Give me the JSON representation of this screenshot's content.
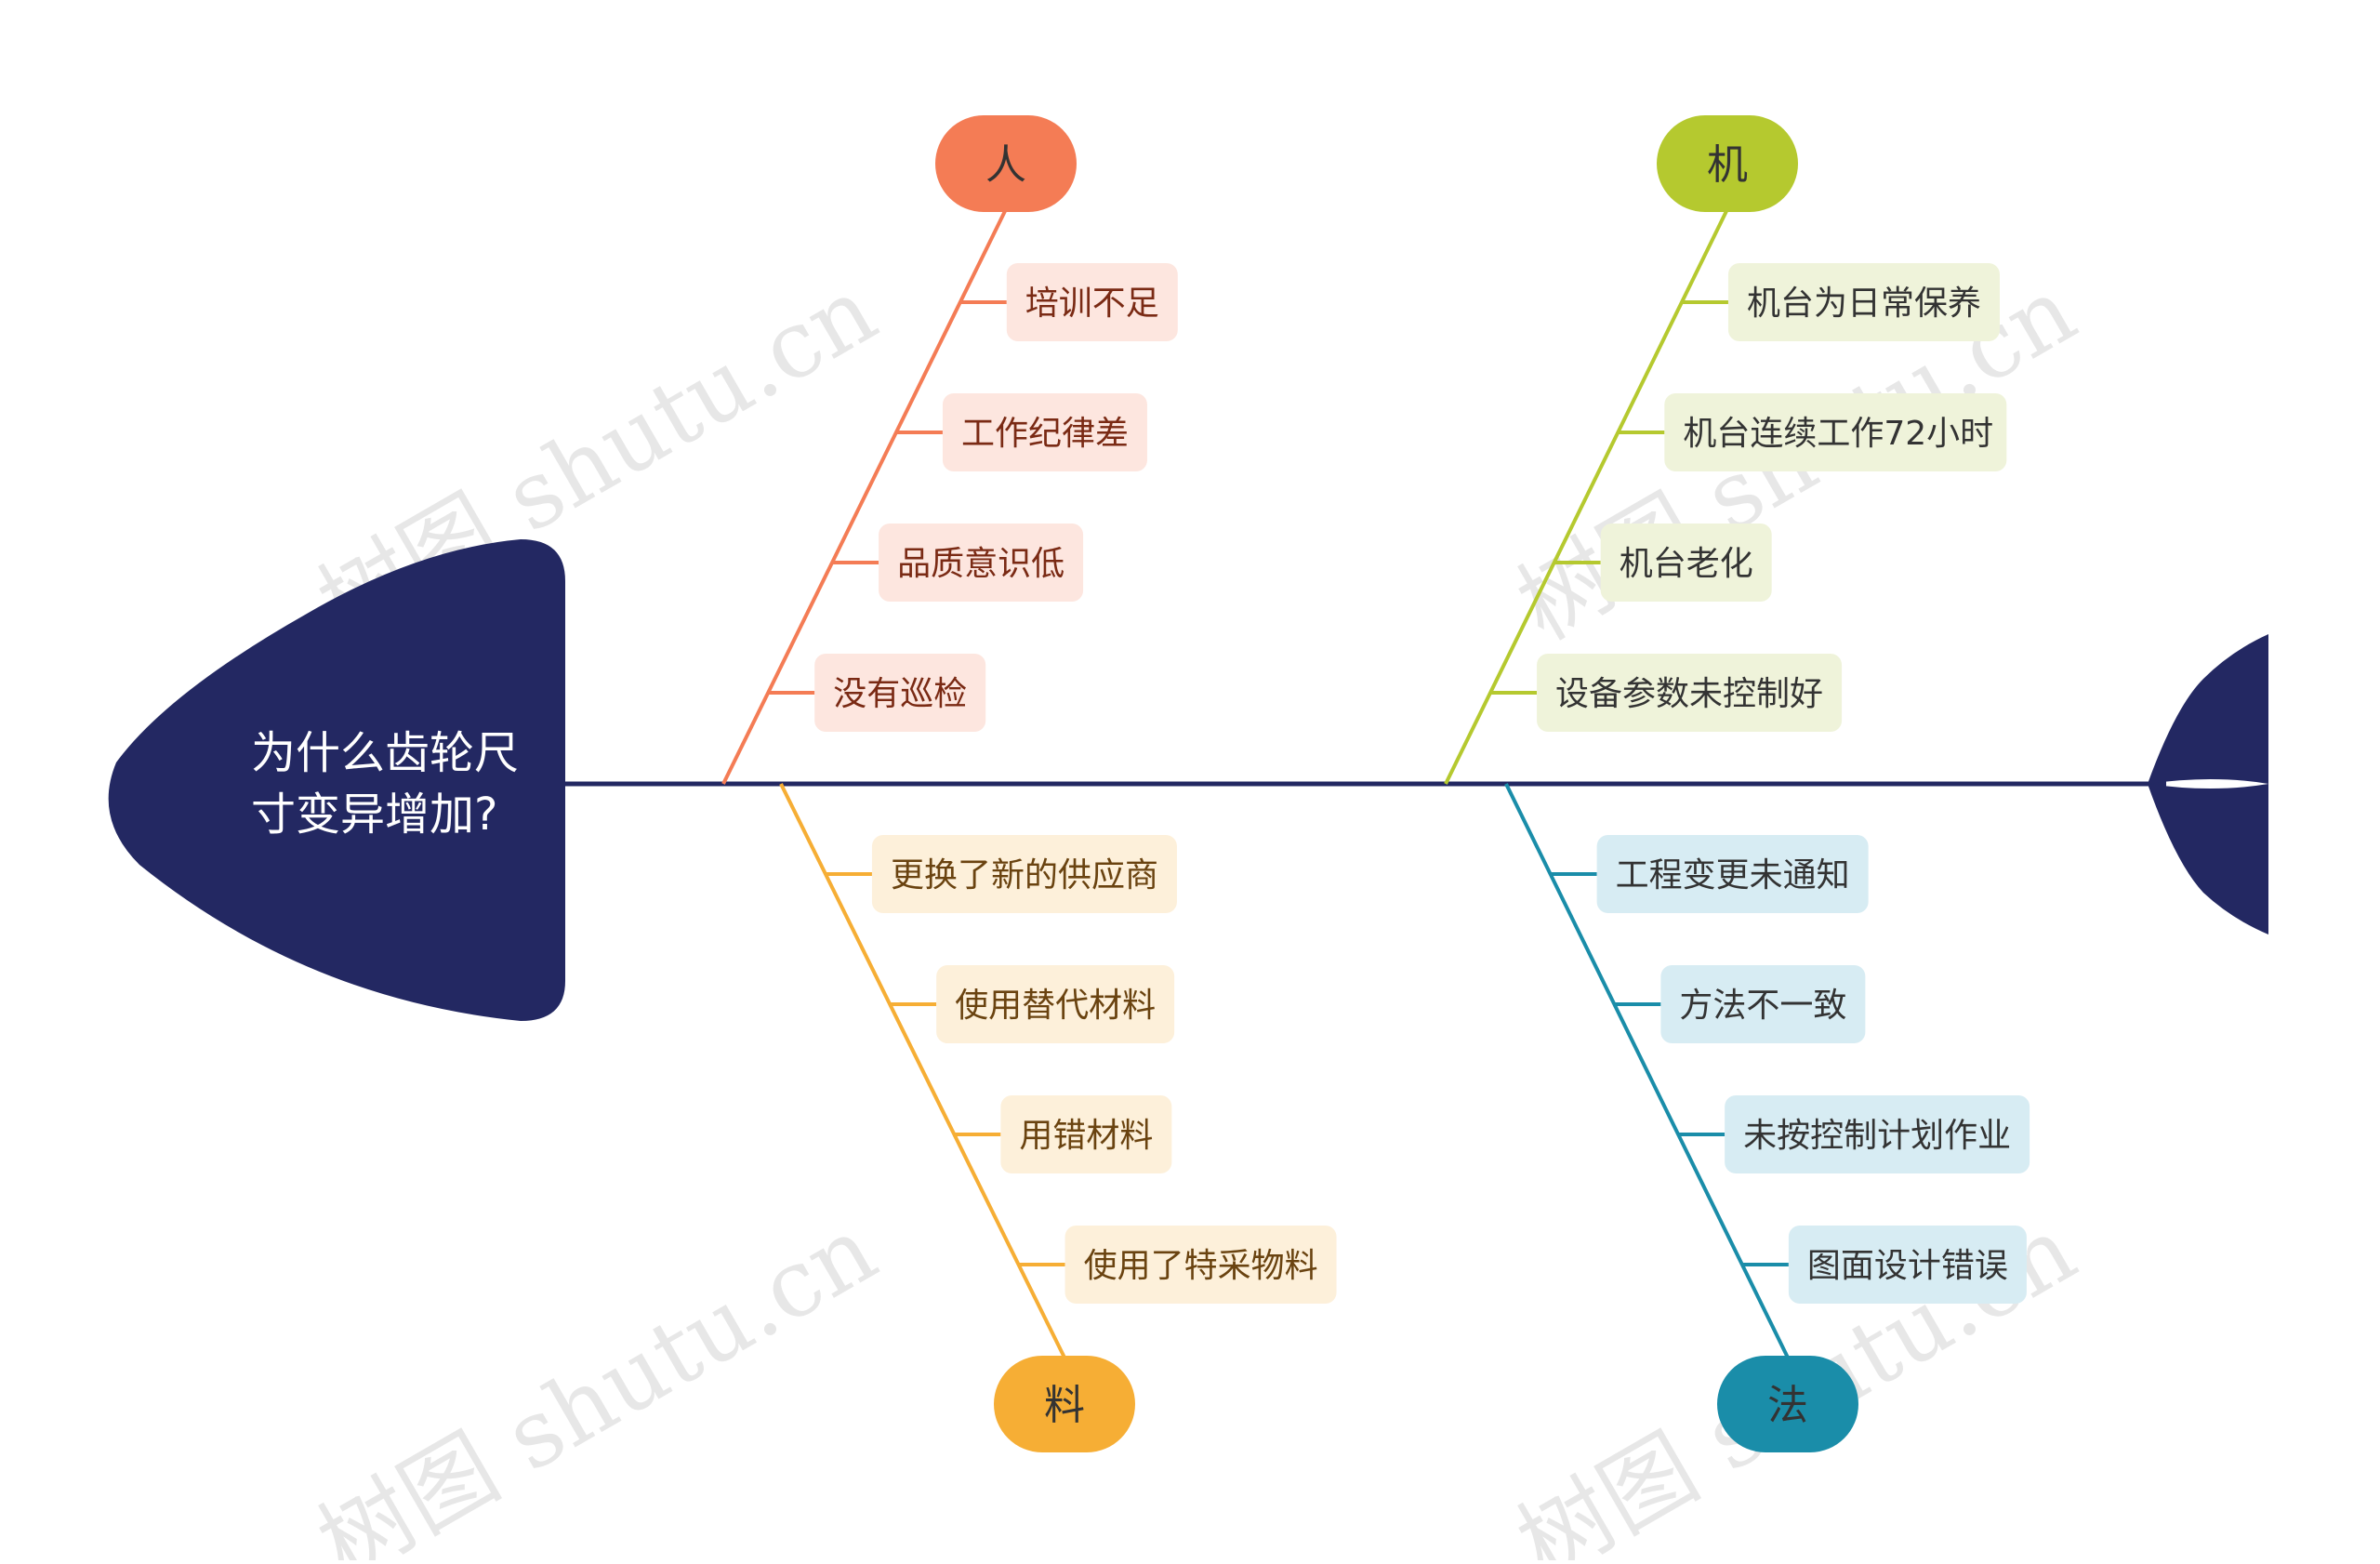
{
  "head": {
    "line1": "为什么齿轮尺",
    "line2": "寸变异增加?"
  },
  "watermark": "树图 shutu.cn",
  "categories": [
    {
      "key": "ren",
      "label": "人",
      "color": "#F47C55",
      "bg": "#FDE6DF",
      "text": "#7A2A14",
      "causes": [
        "培训不足",
        "工作纪律差",
        "品质意识低",
        "没有巡检"
      ]
    },
    {
      "key": "ji",
      "label": "机",
      "color": "#B5C92F",
      "bg": "#EFF3DA",
      "text": "#333333",
      "causes": [
        "机台为日常保养",
        "机台连续工作72小时",
        "机台老化",
        "设备参数未控制好"
      ]
    },
    {
      "key": "liao",
      "label": "料",
      "color": "#F6AE35",
      "bg": "#FDF0DA",
      "text": "#6A4310",
      "causes": [
        "更换了新的供应商",
        "使用替代材料",
        "用错材料",
        "使用了特采物料"
      ]
    },
    {
      "key": "fa",
      "label": "法",
      "color": "#1A8DA9",
      "bg": "#D7ECF3",
      "text": "#333333",
      "causes": [
        "工程变更未通知",
        "方法不一致",
        "未按控制计划作业",
        "图面设计错误"
      ]
    }
  ],
  "colors": {
    "spine": "#232862",
    "head": "#232862",
    "tail": "#232862"
  }
}
